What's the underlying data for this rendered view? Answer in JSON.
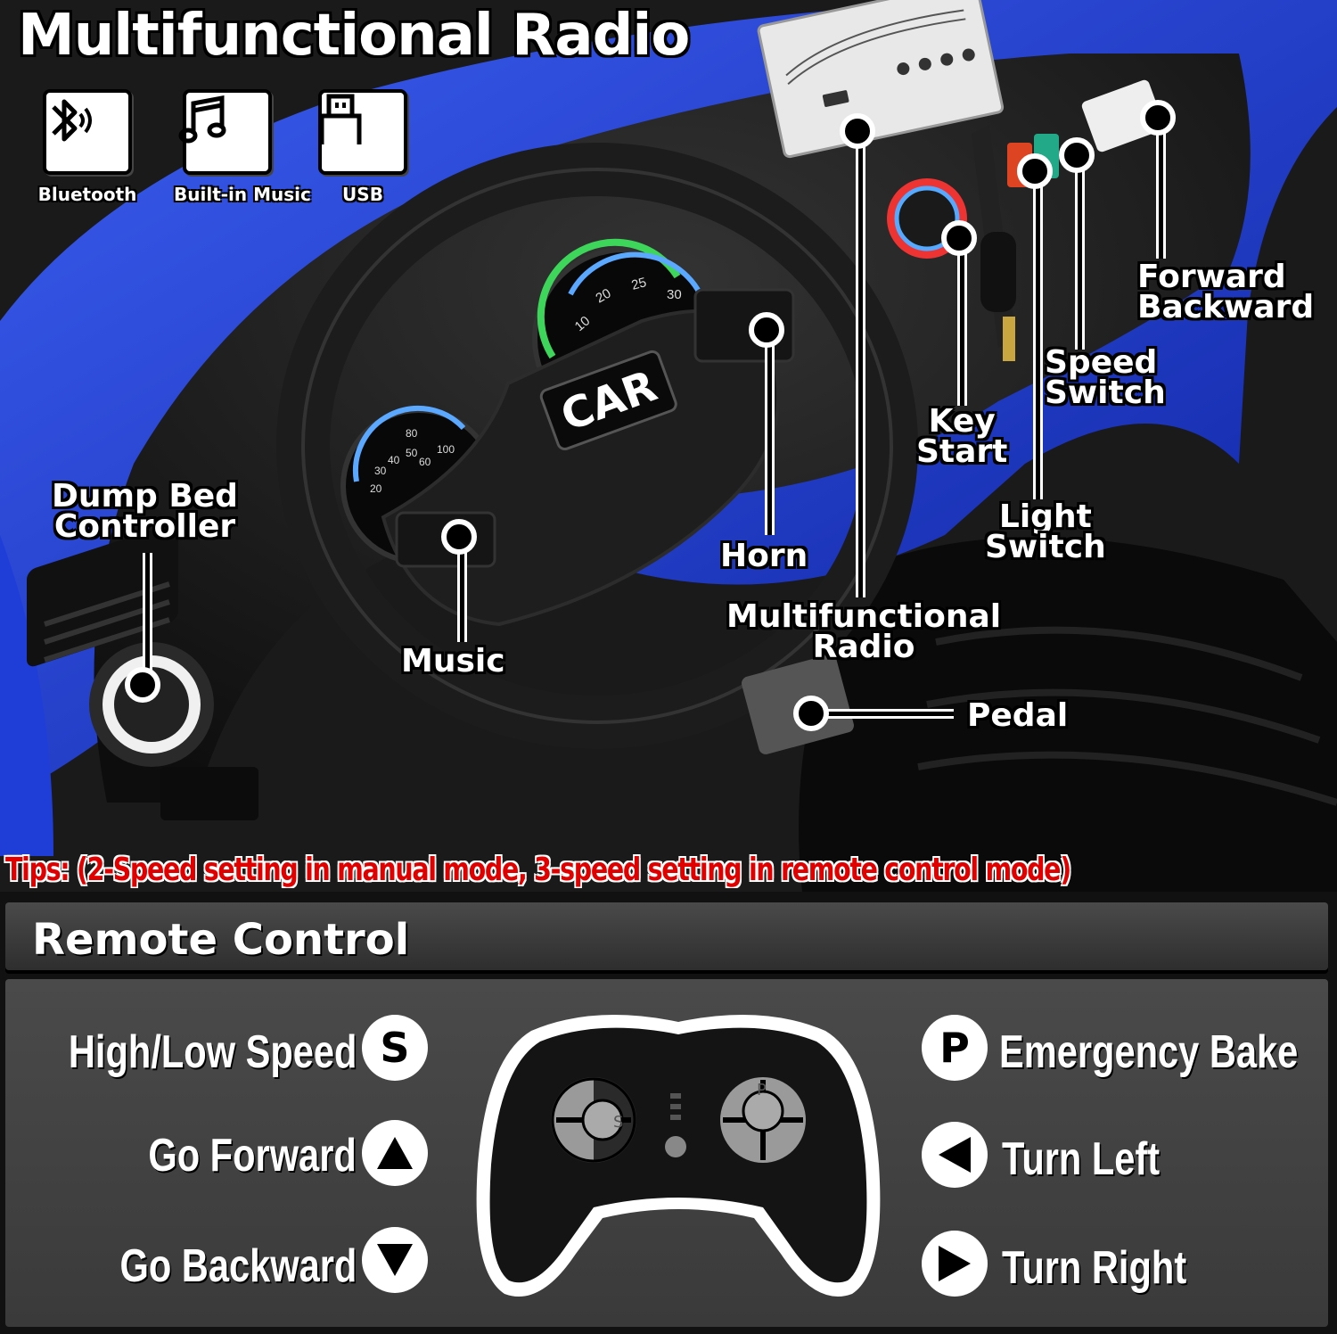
{
  "header": {
    "title": "Multifunctional Radio"
  },
  "features": [
    {
      "label": "Bluetooth",
      "icon": "bluetooth-icon"
    },
    {
      "label": "Built-in Music",
      "icon": "music-note-icon"
    },
    {
      "label": "USB",
      "icon": "usb-icon"
    }
  ],
  "callouts": {
    "dump_bed_line1": "Dump Bed",
    "dump_bed_line2": "Controller",
    "music": "Music",
    "horn": "Horn",
    "radio_line1": "Multifunctional",
    "radio_line2": "Radio",
    "pedal": "Pedal",
    "key_line1": "Key",
    "key_line2": "Start",
    "light_line1": "Light",
    "light_line2": "Switch",
    "speed_line1": "Speed",
    "speed_line2": "Switch",
    "fb_line1": "Forward",
    "fb_line2": "Backward"
  },
  "dash": {
    "logo": "CAR",
    "gauge_left_ticks": [
      "20",
      "30",
      "40",
      "50",
      "60",
      "80",
      "100"
    ],
    "gauge_right_ticks": [
      "10",
      "20",
      "25",
      "30"
    ]
  },
  "tips": "Tips: (2-Speed setting in manual mode, 3-speed setting in remote control mode)",
  "remote": {
    "title": "Remote Control",
    "left_items": [
      {
        "label": "High/Low Speed",
        "symbol": "S"
      },
      {
        "label": "Go Forward",
        "symbol": "up-triangle"
      },
      {
        "label": "Go Backward",
        "symbol": "down-triangle"
      }
    ],
    "right_items": [
      {
        "label": "Emergency Bake",
        "symbol": "P"
      },
      {
        "label": "Turn Left",
        "symbol": "left-triangle"
      },
      {
        "label": "Turn Right",
        "symbol": "right-triangle"
      }
    ],
    "controller_buttons": {
      "left": "S",
      "right": "P"
    }
  },
  "colors": {
    "car_body": "#1533c8",
    "tips_text": "#e00000",
    "panel": "#3d3d3d"
  }
}
